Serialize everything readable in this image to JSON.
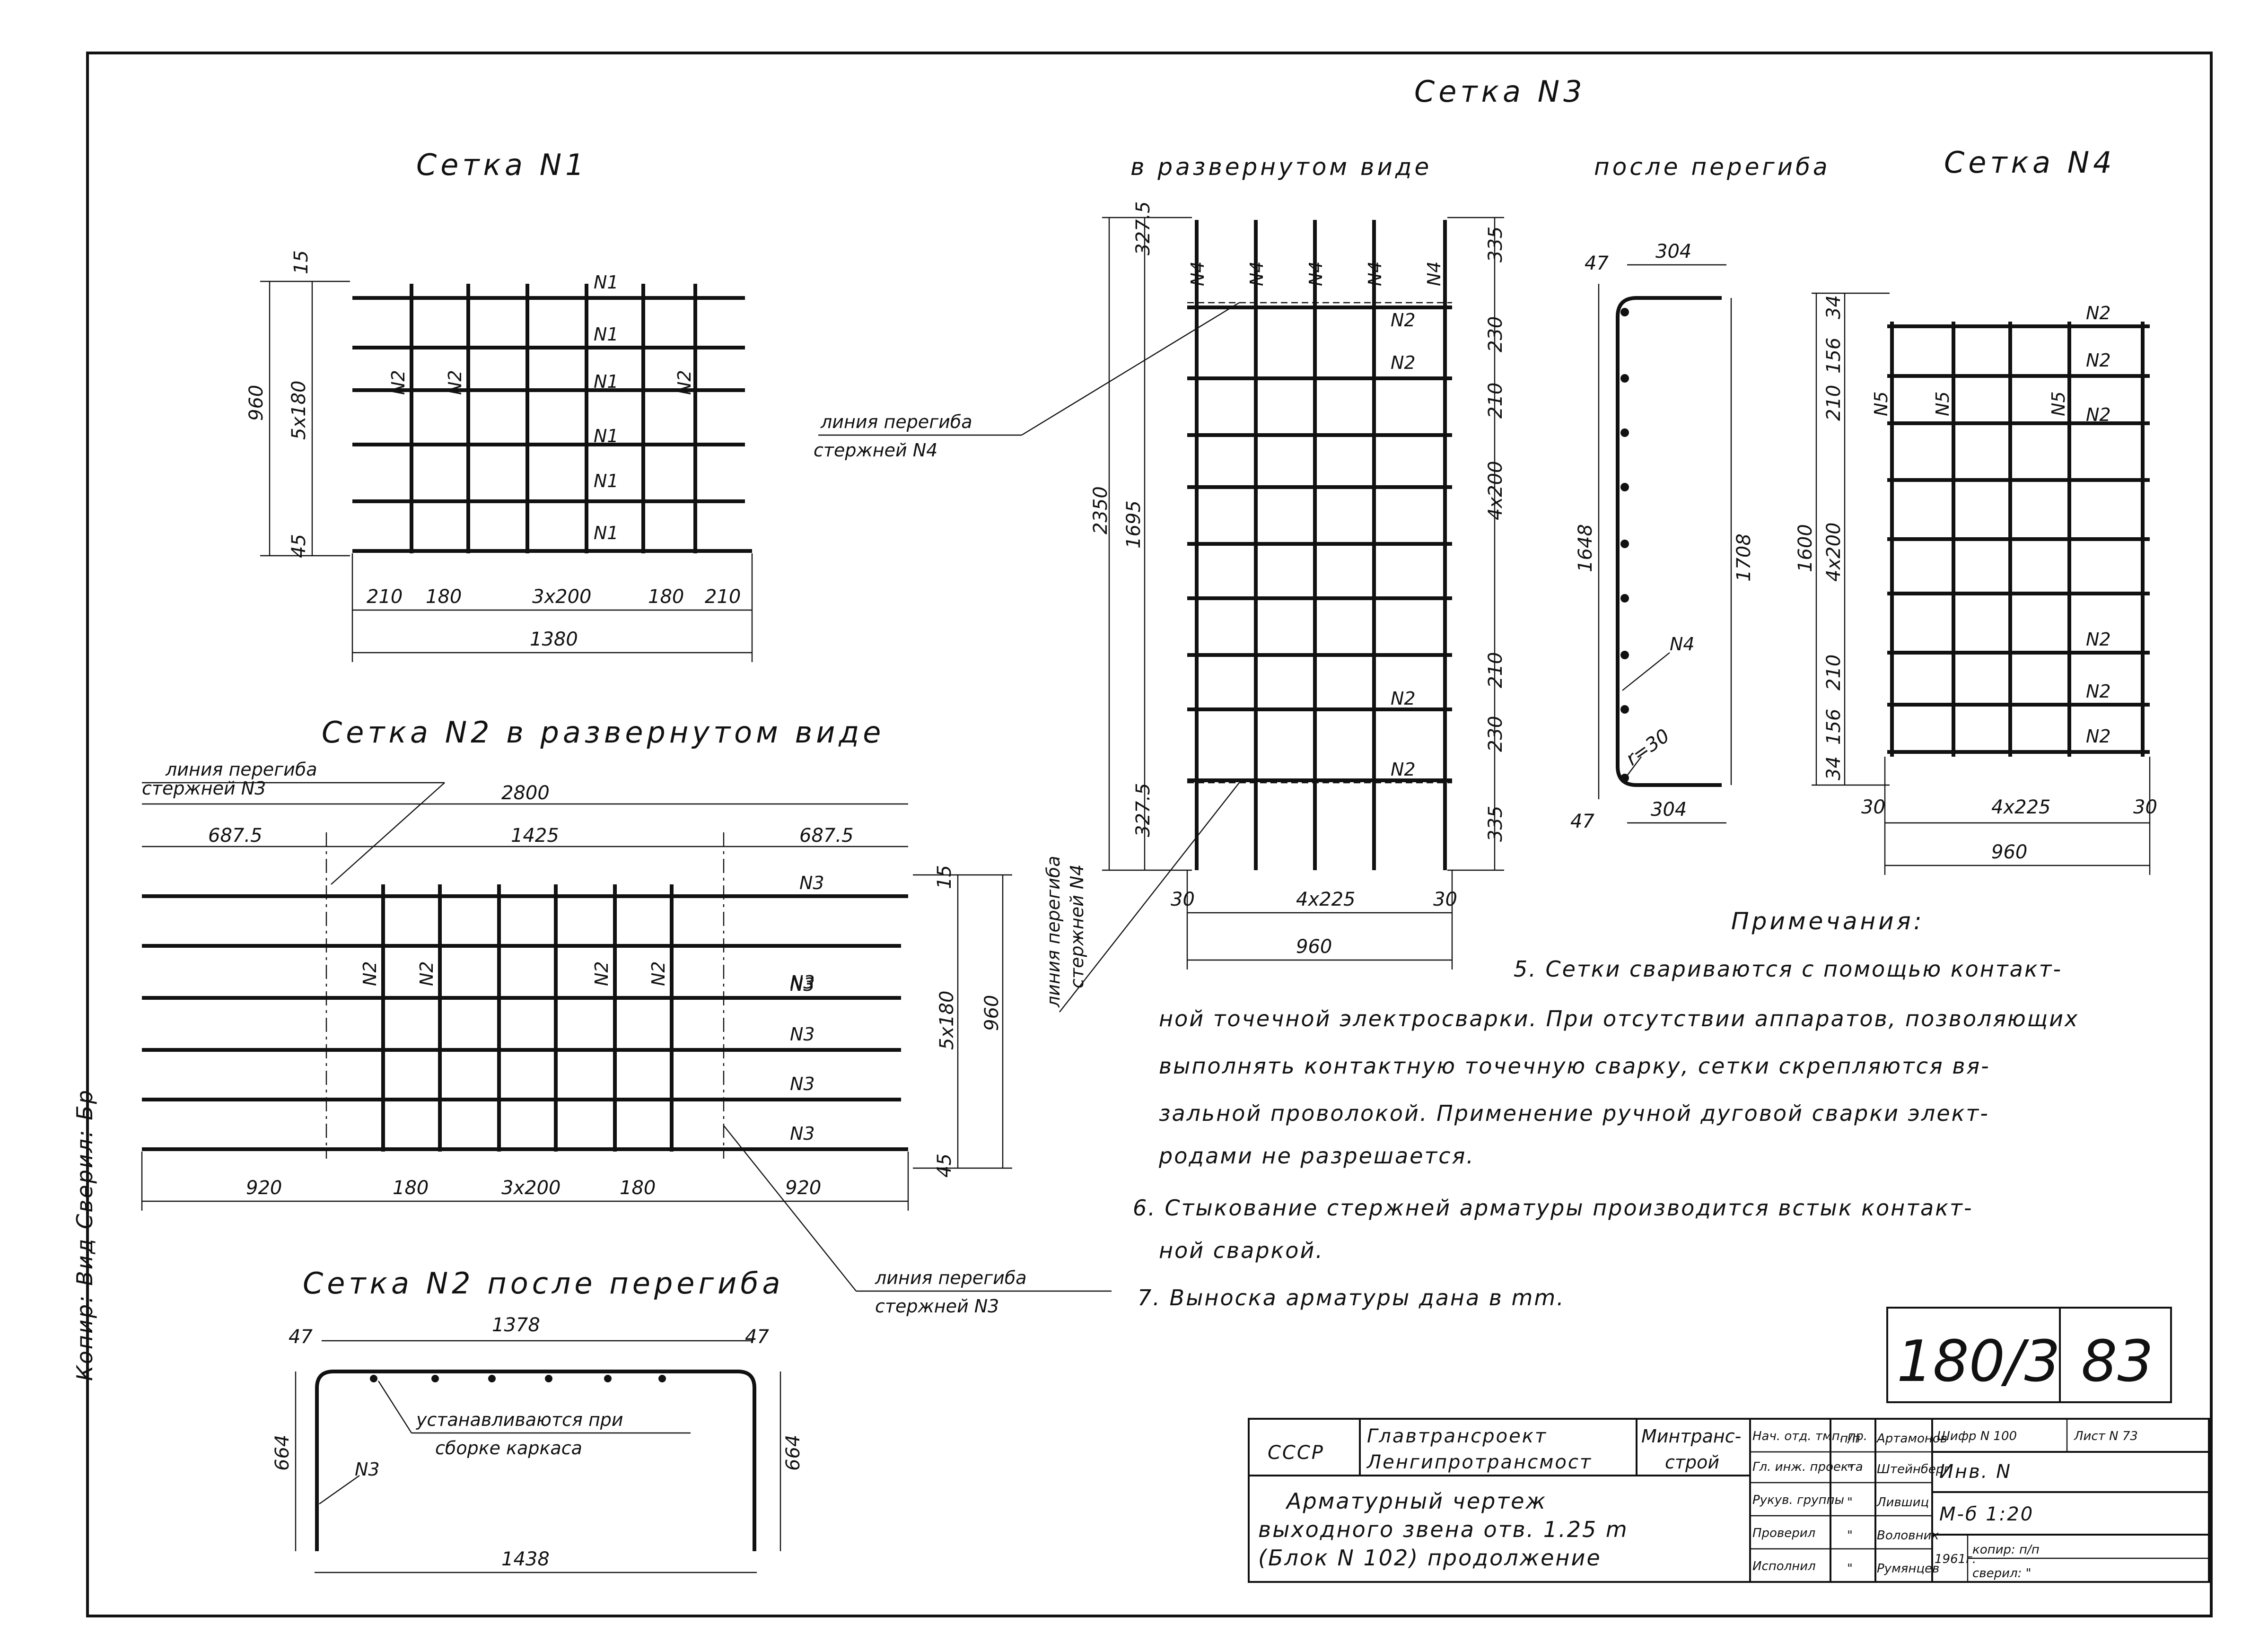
{
  "sheet_title": "Сетка N3",
  "mesh1": {
    "title": "Сетка N1",
    "bar_marks": [
      "N1",
      "N1",
      "N1",
      "N1",
      "N1",
      "N1"
    ],
    "cross_marks": [
      "N2",
      "N2",
      "N2"
    ],
    "dims_left": [
      "15",
      "960",
      "5x180",
      "45"
    ],
    "dims_bottom": [
      "210",
      "180",
      "3x200",
      "180",
      "210"
    ],
    "total": "1380"
  },
  "mesh3": {
    "unfolded_title": "в развернутом виде",
    "after_bend_title": "после перегиба",
    "bend_line_label_1": "линия перегиба",
    "bend_line_label_2": "стержней N4",
    "bend_line_label_v1": "линия перегиба",
    "bend_line_label_v2": "стержней N4",
    "top_marks": [
      "N4",
      "N4",
      "N4",
      "N4",
      "N4"
    ],
    "right_marks": [
      "N2",
      "N2",
      "N2",
      "N2"
    ],
    "dims_left": [
      "327.5",
      "2350",
      "1695",
      "327.5"
    ],
    "dims_right": [
      "335",
      "230",
      "210",
      "4x200",
      "210",
      "230",
      "335"
    ],
    "dims_bottom": [
      "30",
      "4x225",
      "30"
    ],
    "total": "960",
    "bent_dims": [
      "47",
      "304",
      "1648",
      "1708",
      "N4",
      "r=30",
      "47",
      "304"
    ]
  },
  "mesh4": {
    "title": "Сетка N4",
    "right_marks": [
      "N2",
      "N2",
      "N2",
      "N2",
      "N2",
      "N2"
    ],
    "cross_marks": [
      "N5",
      "N5",
      "N5"
    ],
    "dims_left": [
      "34",
      "156",
      "210",
      "1600",
      "4x200",
      "210",
      "156",
      "34"
    ],
    "dims_bottom": [
      "30",
      "4x225",
      "30"
    ],
    "total": "960"
  },
  "mesh2": {
    "title": "Сетка N2 в развернутом виде",
    "bend_label_1": "линия перегиба",
    "bend_label_2": "стержней N3",
    "bend_label_3": "линия перегиба",
    "bend_label_4": "стержней N3",
    "dim_total": "2800",
    "dims_top": [
      "687.5",
      "1425",
      "687.5"
    ],
    "bar_marks": [
      "N3",
      "N3",
      "N3",
      "N3",
      "N3",
      "N3"
    ],
    "cross_marks": [
      "N2",
      "N2",
      "N2",
      "N2"
    ],
    "dims_right": [
      "15",
      "5x180",
      "960",
      "45"
    ],
    "dims_bottom": [
      "920",
      "180",
      "3x200",
      "180",
      "920"
    ]
  },
  "mesh2_bent": {
    "title": "Сетка N2 после перегиба",
    "dims": [
      "47",
      "1378",
      "47",
      "664",
      "664",
      "1438"
    ],
    "mark": "N3",
    "note_1": "устанавливаются при",
    "note_2": "сборке каркаса"
  },
  "notes": {
    "heading": "Примечания:",
    "lines": [
      "5. Сетки свариваются с помощью контакт-",
      "ной точечной электросварки. При отсутствии аппаратов, позволяющих",
      "выполнять контактную точечную сварку, сетки скрепляются вя-",
      "зальной проволокой. Применение ручной дуговой сварки элект-",
      "родами не разрешается.",
      "6. Стыкование стержней арматуры производится встык контакт-",
      "ной сваркой.",
      "7. Выноска арматуры дана в mm."
    ]
  },
  "sheet_number": {
    "series": "180/3",
    "page": "83"
  },
  "margin_note": "Копир: Вид Сверил: Бр",
  "stamp": {
    "country": "СССР",
    "org_1": "Главтрансроект",
    "org_2": "Ленгипротрансмост",
    "ministry_1": "Минтранс-",
    "ministry_2": "строй",
    "title_1": "Арматурный чертеж",
    "title_2": "выходного звена отв. 1.25 m",
    "title_3": "(Блок N 102) продолжение",
    "roles": [
      "Нач. отд. тмп. пр.",
      "Гл. инж. проекта",
      "Рукув. группы",
      "Проверил",
      "Исполнил"
    ],
    "sign_header": "п/п",
    "signs": [
      "\"",
      "\"",
      "\"",
      "\""
    ],
    "names": [
      "Артамонов",
      "Штейнберг",
      "Лившиц",
      "Воловник",
      "Румянцев"
    ],
    "cipher": "Шифр N 100",
    "sheet": "Лист N 73",
    "inv": "Инв. N",
    "scale": "M-б 1:20",
    "year": "1961г.",
    "copy": "копир: п/п",
    "checked": "сверил: \""
  }
}
